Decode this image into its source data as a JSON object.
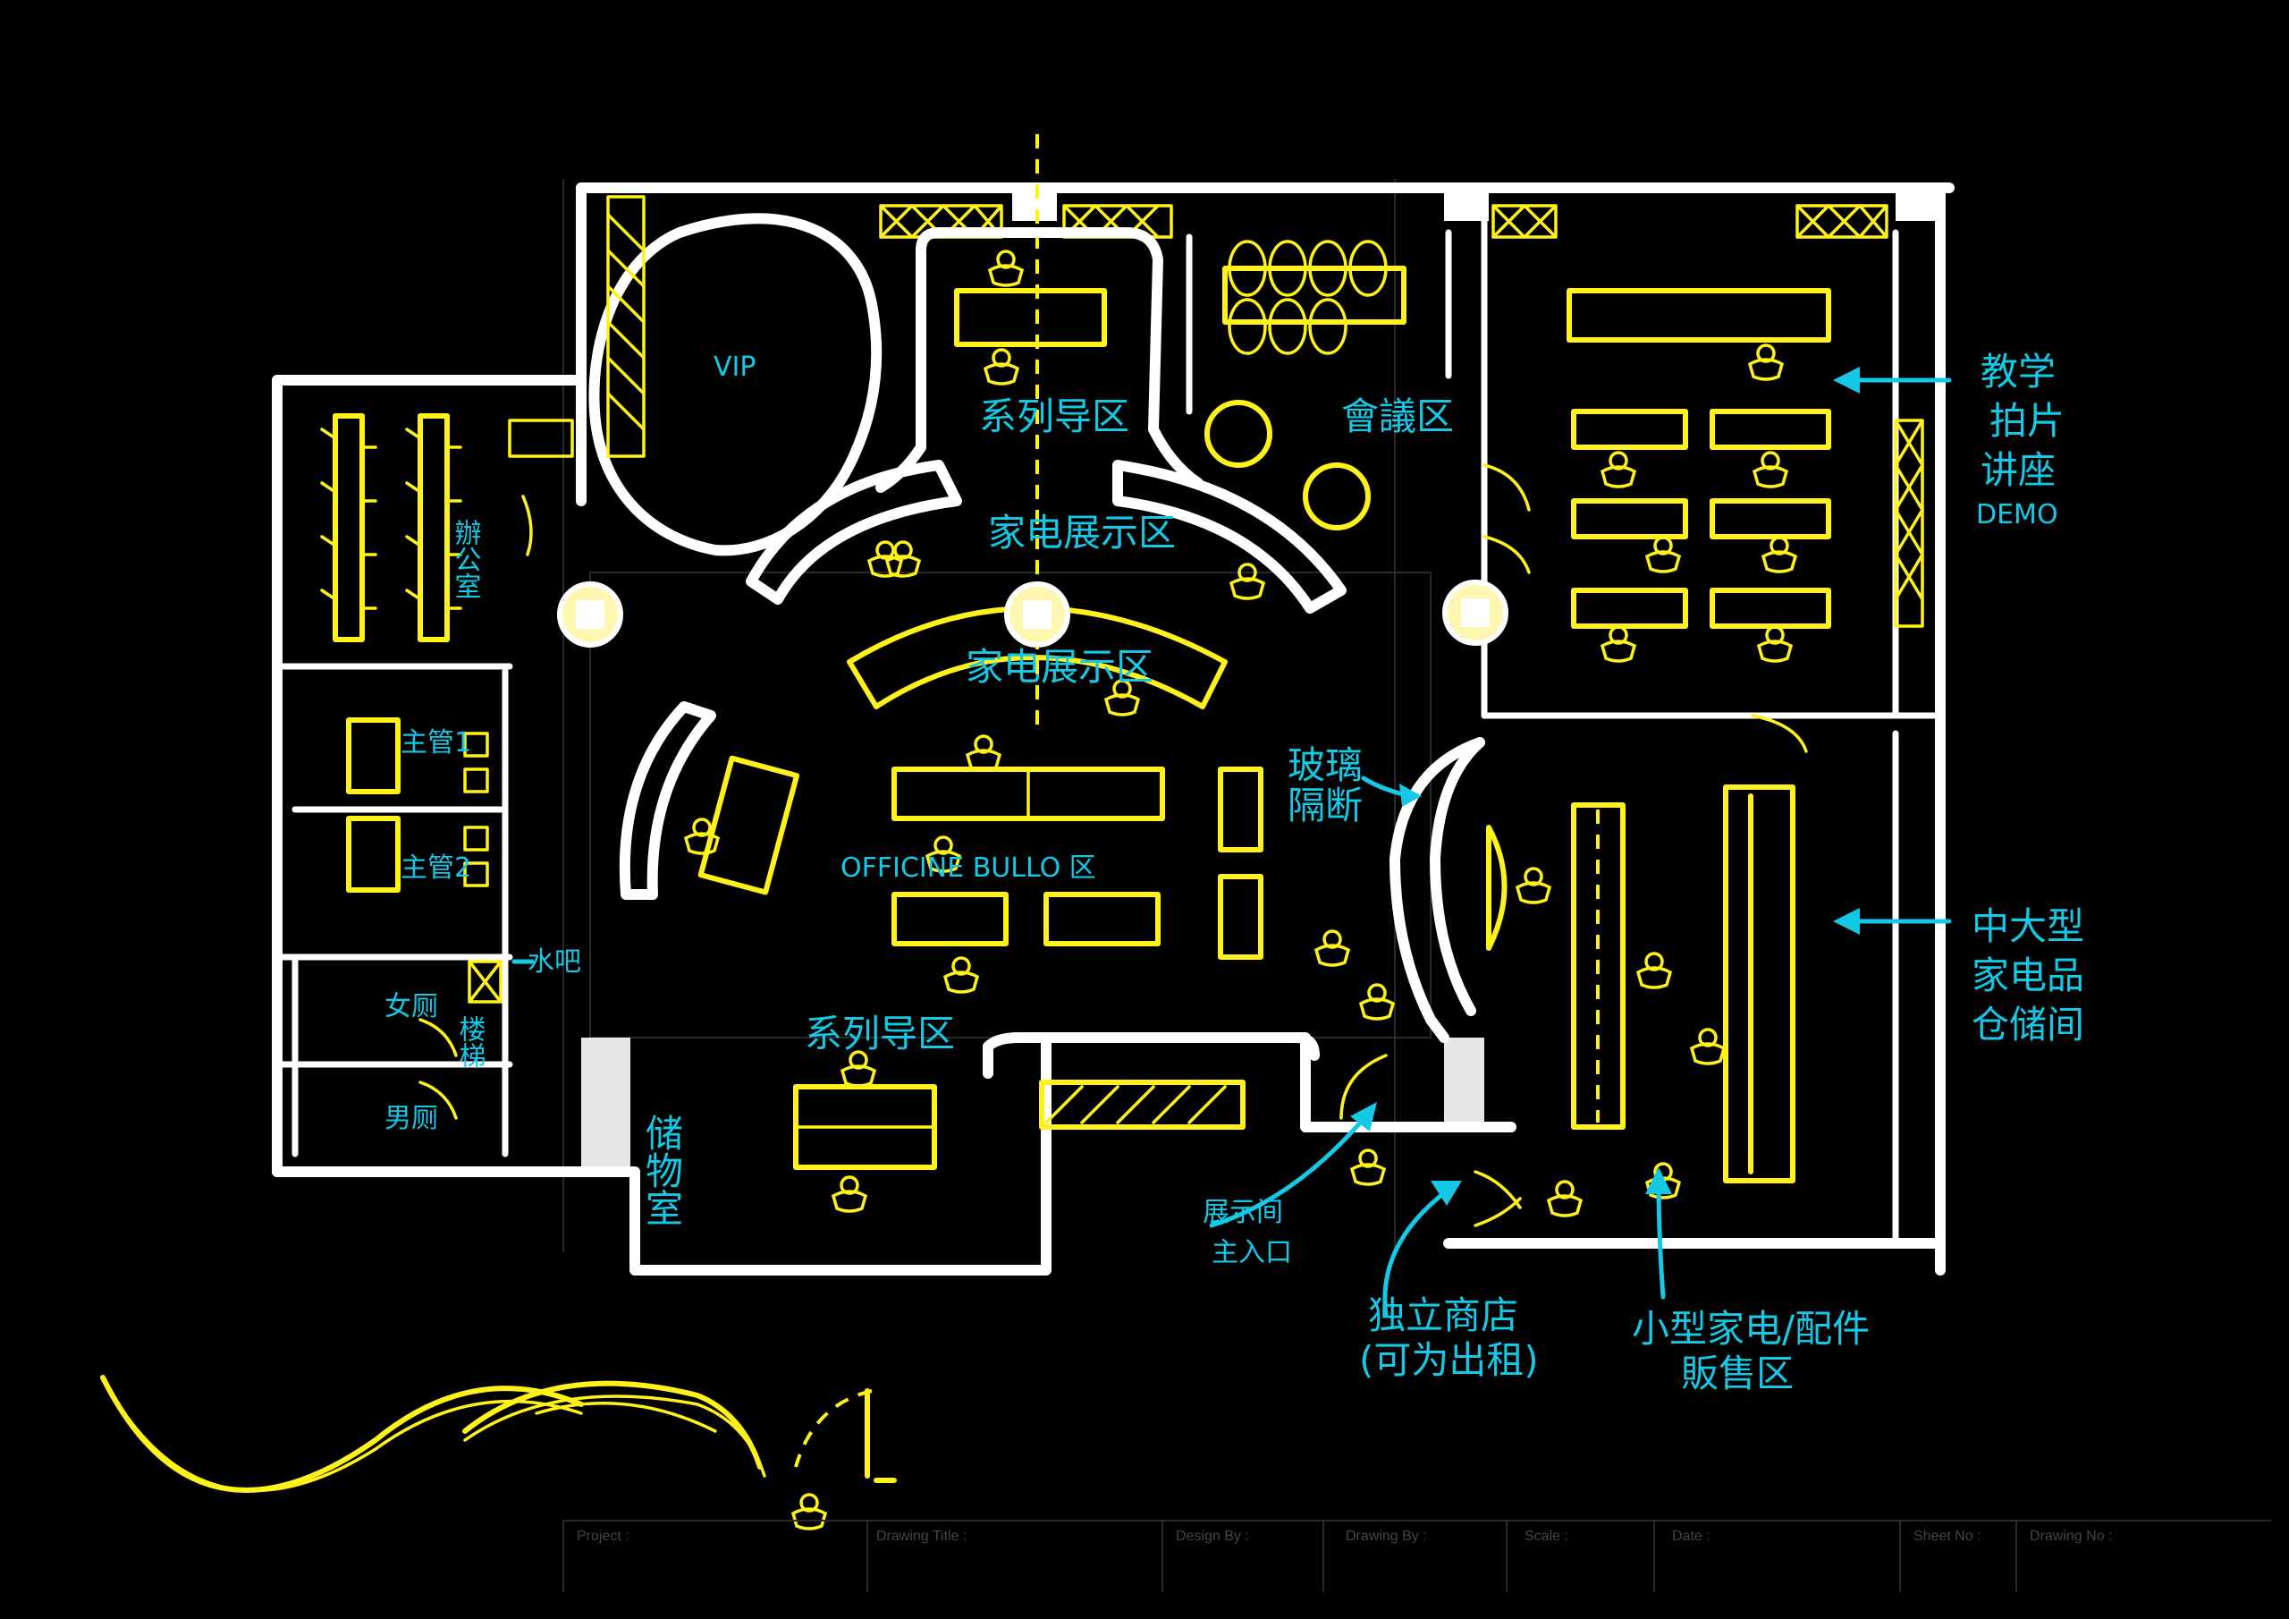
{
  "labels": {
    "vip": "VIP",
    "series_a": "系列导区",
    "appliance_display_1": "家电展示区",
    "appliance_display_2": "家电展示区",
    "meeting": "會議区",
    "office": "辦公室",
    "director1": "主管1",
    "director2": "主管2",
    "storage_small": "储物室",
    "officine": "OFFICINE BULLO 区",
    "series_b": "系列导区",
    "ladies": "女厕",
    "gents": "男厕",
    "corridor": "楼梯",
    "water": "水吧",
    "glass_1": "玻璃",
    "glass_2": "隔断",
    "showroom_1": "展示间",
    "showroom_2": "主入口",
    "shop_1": "独立商店",
    "shop_2": "(可为出租)",
    "small_1": "小型家电/配件",
    "small_2": "販售区",
    "teach_1": "教学",
    "teach_2": "拍片",
    "teach_3": "讲座",
    "teach_4": "DEMO",
    "large_1": "中大型",
    "large_2": "家电品",
    "large_3": "仓储间"
  },
  "titleblock": {
    "project": "Project :",
    "drawing_title": "Drawing Title :",
    "design_by": "Design By :",
    "drawing_by": "Drawing By :",
    "scale": "Scale :",
    "date": "Date :",
    "sheet_no": "Sheet No :",
    "drawing_no": "Drawing No :"
  },
  "colors": {
    "background": "#000000",
    "wall": "#ffffff",
    "sketch": "#fff21a",
    "annotation": "#14c8e6"
  }
}
